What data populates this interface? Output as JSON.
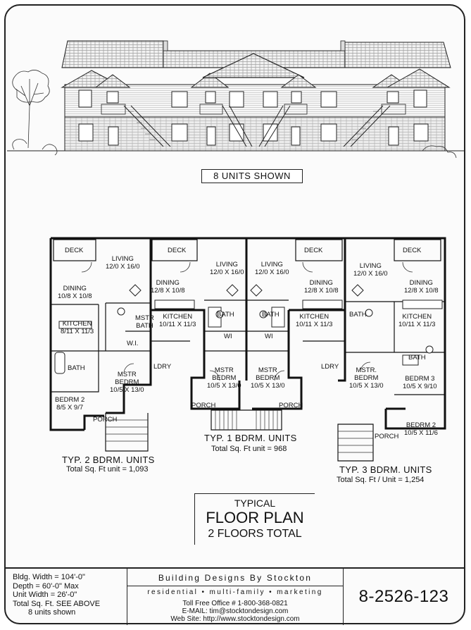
{
  "elevation": {
    "banner": "8 UNITS SHOWN"
  },
  "plan": {
    "rooms": [
      {
        "id": "deck-1",
        "lines": [
          "DECK"
        ]
      },
      {
        "id": "living-1",
        "lines": [
          "LIVING",
          "12/0 X 16/0"
        ]
      },
      {
        "id": "dining-1",
        "lines": [
          "DINING",
          "10/8 X 10/8"
        ]
      },
      {
        "id": "mstr-bath-1",
        "lines": [
          "MSTR",
          "BATH"
        ]
      },
      {
        "id": "kitchen-1",
        "lines": [
          "KITCHEN",
          "8/11 X 11/3"
        ]
      },
      {
        "id": "wi-1",
        "lines": [
          "W.I."
        ]
      },
      {
        "id": "bath-1",
        "lines": [
          "BATH"
        ]
      },
      {
        "id": "mstr-bedrm-1",
        "lines": [
          "MSTR",
          "BEDRM",
          "10/5 X 13/0"
        ]
      },
      {
        "id": "bedrm2-1",
        "lines": [
          "BEDRM 2",
          "8/5 X 9/7"
        ]
      },
      {
        "id": "porch-1",
        "lines": [
          "PORCH"
        ]
      },
      {
        "id": "deck-2",
        "lines": [
          "DECK"
        ]
      },
      {
        "id": "dining-2",
        "lines": [
          "DINING",
          "12/8 X 10/8"
        ]
      },
      {
        "id": "kitchen-2",
        "lines": [
          "KITCHEN",
          "10/11 X 11/3"
        ]
      },
      {
        "id": "lndry-2",
        "lines": [
          "LDRY"
        ]
      },
      {
        "id": "living-2",
        "lines": [
          "LIVING",
          "12/0 X 16/0"
        ]
      },
      {
        "id": "bath-2",
        "lines": [
          "BATH"
        ]
      },
      {
        "id": "wi-2",
        "lines": [
          "WI"
        ]
      },
      {
        "id": "mstr-bedrm-2",
        "lines": [
          "MSTR",
          "BEDRM",
          "10/5 X 13/0"
        ]
      },
      {
        "id": "porch-2",
        "lines": [
          "PORCH"
        ]
      },
      {
        "id": "living-3",
        "lines": [
          "LIVING",
          "12/0 X 16/0"
        ]
      },
      {
        "id": "bath-3",
        "lines": [
          "BATH"
        ]
      },
      {
        "id": "wi-3",
        "lines": [
          "WI"
        ]
      },
      {
        "id": "mstr-bedrm-3",
        "lines": [
          "MSTR",
          "BEDRM",
          "10/5 X 13/0"
        ]
      },
      {
        "id": "deck-3",
        "lines": [
          "DECK"
        ]
      },
      {
        "id": "dining-3",
        "lines": [
          "DINING",
          "12/8 X 10/8"
        ]
      },
      {
        "id": "kitchen-3",
        "lines": [
          "KITCHEN",
          "10/11 X 11/3"
        ]
      },
      {
        "id": "lndry-3",
        "lines": [
          "LDRY"
        ]
      },
      {
        "id": "porch-3",
        "lines": [
          "PORCH"
        ]
      },
      {
        "id": "deck-4",
        "lines": [
          "DECK"
        ]
      },
      {
        "id": "living-4",
        "lines": [
          "LIVING",
          "12/0 X 16/0"
        ]
      },
      {
        "id": "dining-4",
        "lines": [
          "DINING",
          "12/8 X 10/8"
        ]
      },
      {
        "id": "bath-4a",
        "lines": [
          "BATH"
        ]
      },
      {
        "id": "kitchen-4",
        "lines": [
          "KITCHEN",
          "10/11 X 11/3"
        ]
      },
      {
        "id": "mstr-bedrm-4",
        "lines": [
          "MSTR.",
          "BEDRM",
          "10/5 X 13/0"
        ]
      },
      {
        "id": "bath-4b",
        "lines": [
          "BATH"
        ]
      },
      {
        "id": "bedrm3-4",
        "lines": [
          "BEDRM 3",
          "10/5 X 9/10"
        ]
      },
      {
        "id": "porch-4",
        "lines": [
          "PORCH"
        ]
      },
      {
        "id": "bedrm2-4",
        "lines": [
          "BEDRM 2",
          "10/5 X 11/6"
        ]
      }
    ],
    "units": [
      {
        "title": "TYP. 2 BDRM. UNITS",
        "sub": "Total Sq. Ft unit = 1,093"
      },
      {
        "title": "TYP. 1 BDRM. UNITS",
        "sub": "Total Sq. Ft unit = 968"
      },
      {
        "title": "TYP. 3 BDRM. UNITS",
        "sub": "Total Sq. Ft / Unit = 1,254"
      }
    ],
    "typical": {
      "line1": "TYPICAL",
      "line2": "FLOOR PLAN",
      "line3": "2 FLOORS TOTAL"
    }
  },
  "title_block": {
    "specs": [
      "Bldg. Width  = 104'-0\"",
      "Depth       = 60'-0\" Max",
      "Unit Width   = 26'-0\"",
      "Total Sq. Ft.  SEE ABOVE",
      "8 units shown"
    ],
    "company": "Building Designs By Stockton",
    "tagline": "residential • multi-family • marketing",
    "contact": [
      "Toll Free Office # 1-800-368-0821",
      "E-MAIL: tim@stocktondesign.com",
      "Web Site:   http://www.stocktondesign.com"
    ],
    "plan_number": "8-2526-123"
  }
}
